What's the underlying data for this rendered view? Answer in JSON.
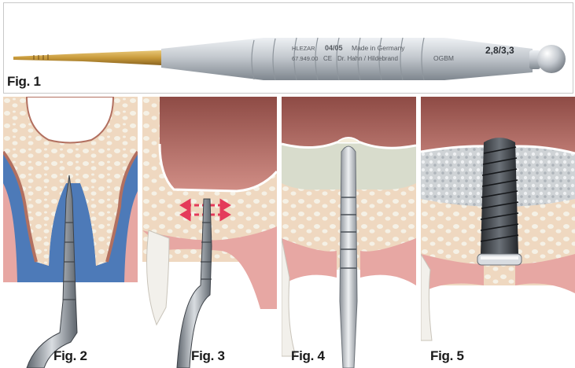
{
  "figures": {
    "fig1": {
      "label": "Fig. 1",
      "instrument": {
        "size": "2,8/3,3",
        "brand_mark": "HLEZAR",
        "catalog_number": "67.949.00",
        "lot": "04/05",
        "origin": "Made in Germany",
        "certification": "CE",
        "design_credit": "Dr. Hahn / Hildebrand",
        "series": "OGBM"
      }
    },
    "fig2": {
      "label": "Fig. 2"
    },
    "fig3": {
      "label": "Fig. 3"
    },
    "fig4": {
      "label": "Fig. 4"
    },
    "fig5": {
      "label": "Fig. 5"
    }
  },
  "colors": {
    "bone": "#efd8c0",
    "bone_spot": "#f5f1e6",
    "gingiva": "#e7a7a3",
    "sinus_membrane": "#b27060",
    "sinus_air": "#4d7ab8",
    "sinus_dark": "#bc6d68",
    "graft": "#cfd3d6",
    "steel": "#c4c9cf",
    "gold": "#c99b3c",
    "arrow_red": "#e43a5a"
  }
}
